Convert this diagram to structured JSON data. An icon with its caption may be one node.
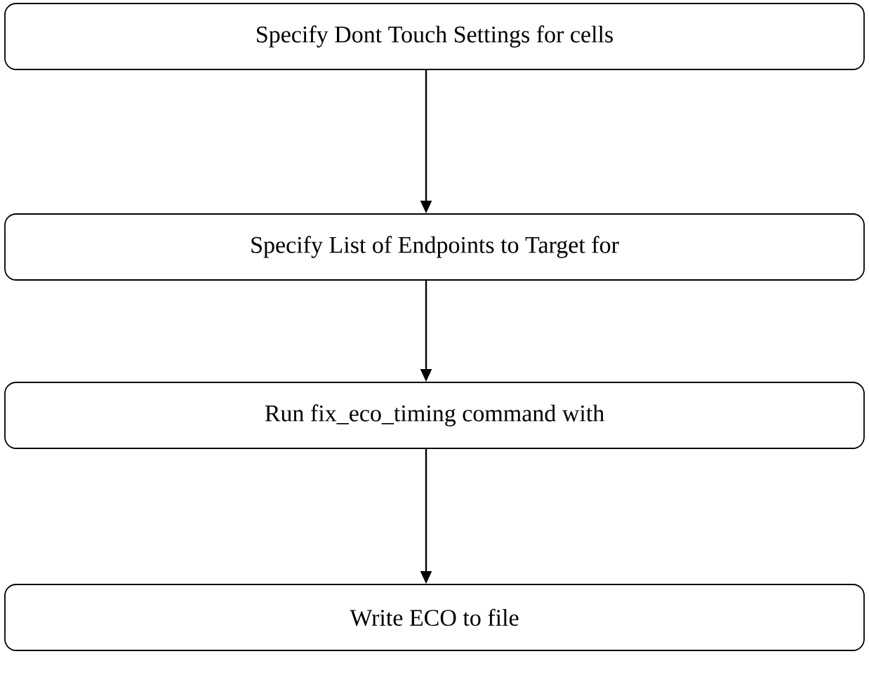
{
  "diagram": {
    "nodes": [
      {
        "text": [
          "Specify Dont Touch Settings for cells"
        ]
      },
      {
        "text": [
          "Specify List of Endpoints to Target for"
        ]
      },
      {
        "text": [
          "Run fix_eco_timing command with"
        ]
      },
      {
        "text": [
          "Write ECO to file"
        ]
      }
    ],
    "edges": [
      {
        "from": 0,
        "to": 1,
        "arrow": "to"
      },
      {
        "from": 1,
        "to": 2,
        "arrow": "to"
      },
      {
        "from": 2,
        "to": 3,
        "arrow": "to"
      }
    ]
  }
}
